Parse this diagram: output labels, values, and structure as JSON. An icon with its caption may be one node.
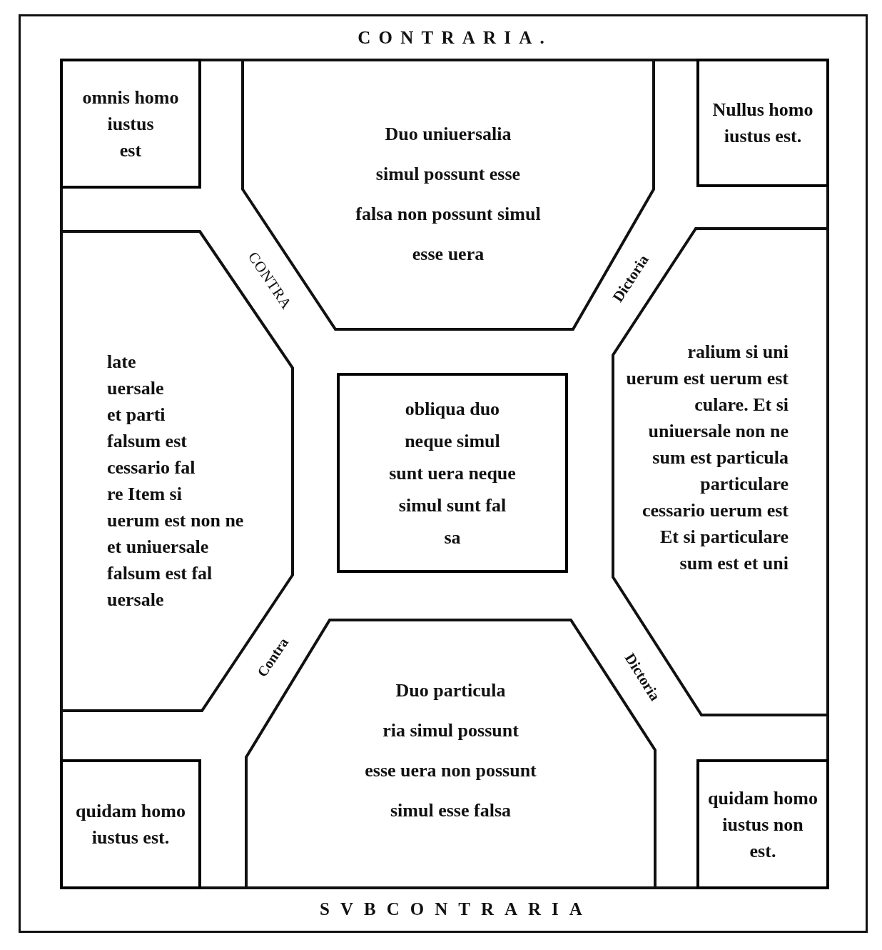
{
  "diagram": {
    "nodes": [
      {
        "text": [
          "omnis homo iustus est"
        ]
      },
      {
        "text": [
          "Duo uniuersalia simul possunt esse falsa non possunt simul esse uera"
        ]
      },
      {
        "text": [
          "Nullus homo iustus est."
        ]
      },
      {
        "text": [
          "late uersale et parti falsum est cessario fal re Item si uerum est non ne et uniuersale falsum est fal uersale"
        ]
      },
      {
        "text": [
          "obliqua duo neque simul sunt uera neque simul sunt fal sa"
        ]
      },
      {
        "text": [
          "ralium si uni uerum est uerum est culare. Et si uniuersale non ne sum est particula particulare cessario uerum est Et si particulare sum est et uni"
        ]
      },
      {
        "text": [
          "quidam homo iustus est."
        ]
      },
      {
        "text": [
          "Duo particula ria simul possunt esse uera non possunt simul esse falsa"
        ]
      },
      {
        "text": [
          "quidam homo iustus non est."
        ]
      }
    ],
    "labels": [
      "CONTRARIA.",
      "CONTRA",
      "Dictoria",
      "Contra",
      "Dictoria",
      "SVBCONTRARIA"
    ]
  }
}
